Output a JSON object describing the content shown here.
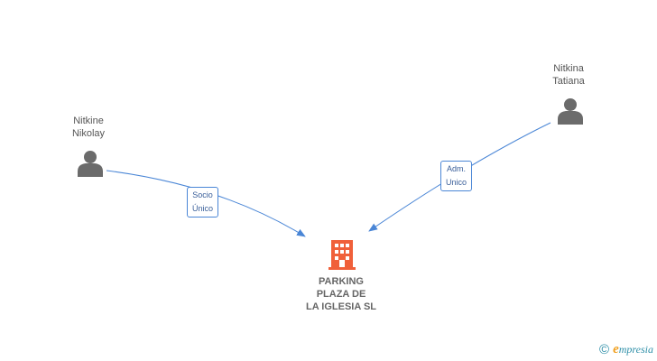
{
  "nodes": {
    "person1": {
      "first": "Nitkine",
      "last": "Nikolay"
    },
    "person2": {
      "first": "Nitkina",
      "last": "Tatiana"
    },
    "company": {
      "line1": "PARKING",
      "line2": "PLAZA DE",
      "line3": "LA IGLESIA SL"
    }
  },
  "edges": {
    "e1": {
      "line1": "Socio",
      "line2": "Único"
    },
    "e2": {
      "line1": "Adm.",
      "line2": "Unico"
    }
  },
  "footer": {
    "copyright": "©",
    "brand_initial": "e",
    "brand_rest": "mpresia"
  },
  "colors": {
    "edge": "#4a86d6",
    "person_icon": "#6b6b6b",
    "company_icon": "#f0603a"
  },
  "icons": {
    "person": "person-icon",
    "company": "building-icon"
  }
}
